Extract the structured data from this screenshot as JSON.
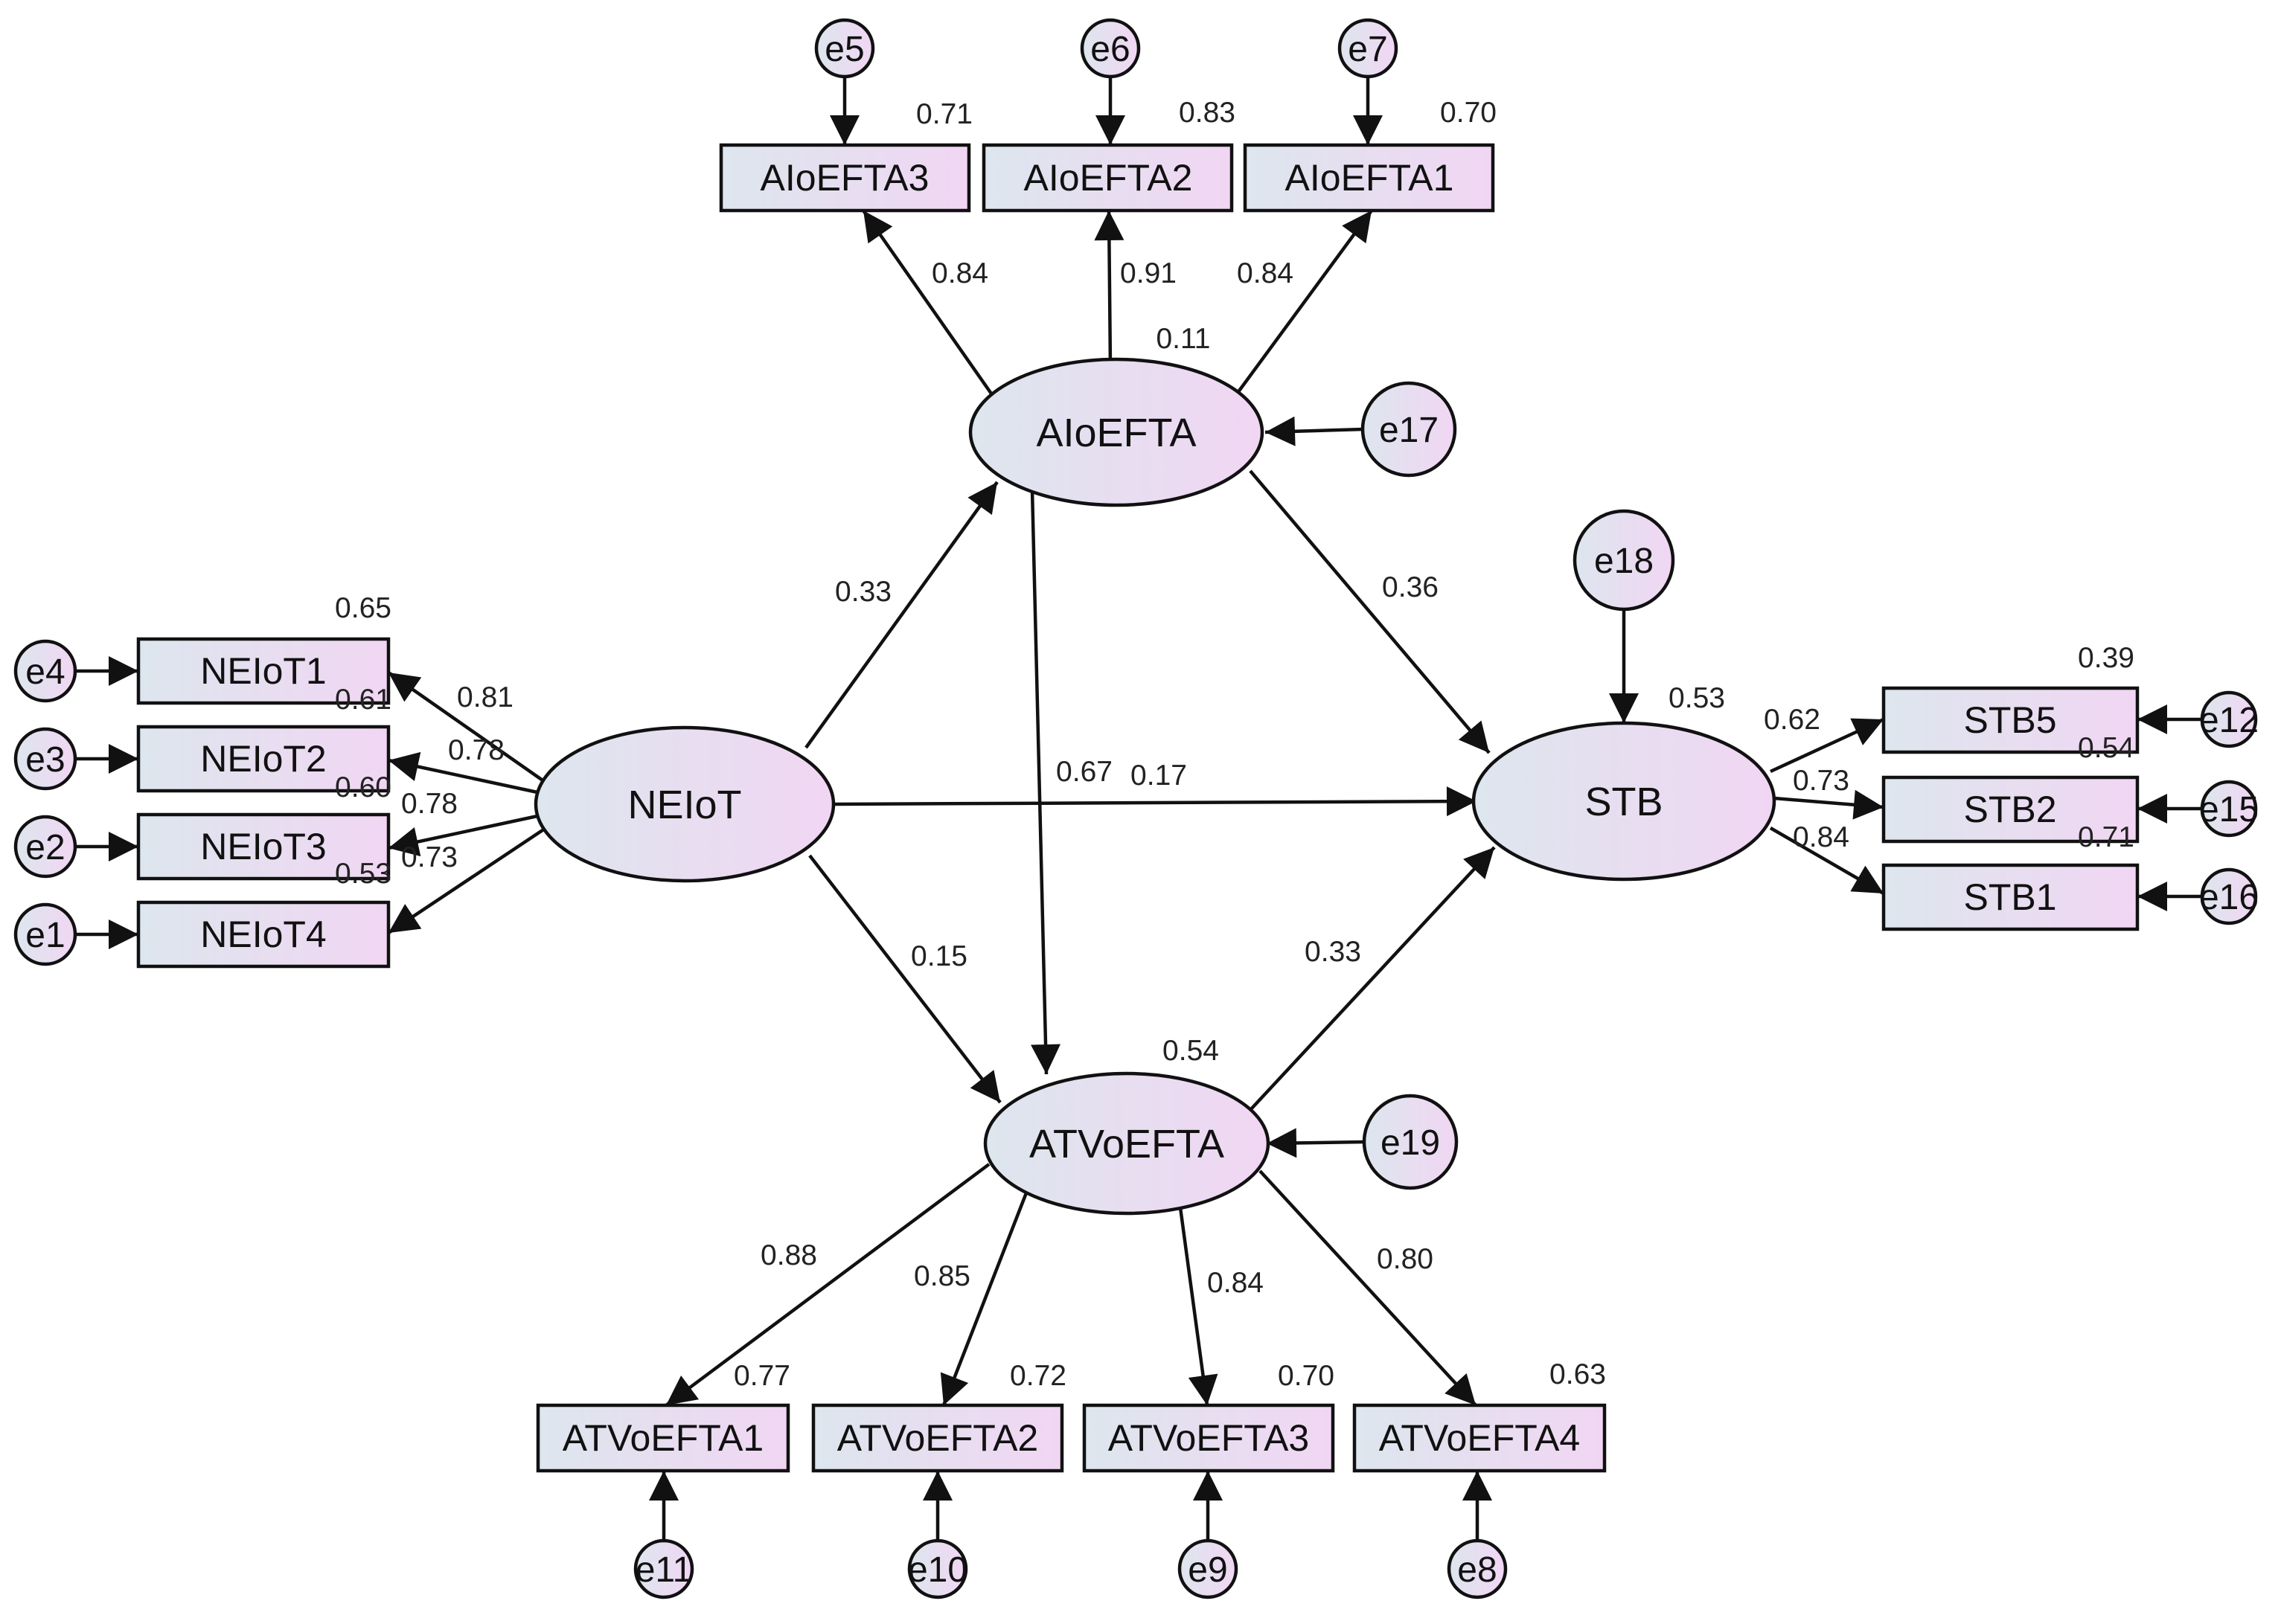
{
  "colors": {
    "fill_left": "#dde6ee",
    "fill_right": "#f1d6f3",
    "stroke": "#111111",
    "text": "#111111"
  },
  "nodes": {
    "latent": {
      "NEIoT": "NEIoT",
      "AIoEFTA": "AIoEFTA",
      "ATVoEFTA": "ATVoEFTA",
      "STB": "STB"
    },
    "observed": {
      "AIoEFTA3": "AIoEFTA3",
      "AIoEFTA2": "AIoEFTA2",
      "AIoEFTA1": "AIoEFTA1",
      "NEIoT1": "NEIoT1",
      "NEIoT2": "NEIoT2",
      "NEIoT3": "NEIoT3",
      "NEIoT4": "NEIoT4",
      "STB5": "STB5",
      "STB2": "STB2",
      "STB1": "STB1",
      "ATVoEFTA1": "ATVoEFTA1",
      "ATVoEFTA2": "ATVoEFTA2",
      "ATVoEFTA3": "ATVoEFTA3",
      "ATVoEFTA4": "ATVoEFTA4"
    },
    "errors": {
      "e1": "e1",
      "e2": "e2",
      "e3": "e3",
      "e4": "e4",
      "e5": "e5",
      "e6": "e6",
      "e7": "e7",
      "e8": "e8",
      "e9": "e9",
      "e10": "e10",
      "e11": "e11",
      "e12": "e12",
      "e15": "e15",
      "e16": "e16",
      "e17": "e17",
      "e18": "e18",
      "e19": "e19"
    }
  },
  "paths": {
    "NEIoT_AIoEFTA": "0.33",
    "NEIoT_ATVoEFTA": "0.15",
    "NEIoT_STB": "0.17",
    "AIoEFTA_STB": "0.36",
    "AIoEFTA_ATVoEFTA": "0.67",
    "ATVoEFTA_STB": "0.33"
  },
  "loadings": {
    "AIoEFTA3": "0.84",
    "AIoEFTA2": "0.91",
    "AIoEFTA1": "0.84",
    "NEIoT1": "0.81",
    "NEIoT2": "0.78",
    "NEIoT3": "0.78",
    "NEIoT4": "0.73",
    "STB5": "0.62",
    "STB2": "0.73",
    "STB1": "0.84",
    "ATVoEFTA1": "0.88",
    "ATVoEFTA2": "0.85",
    "ATVoEFTA3": "0.84",
    "ATVoEFTA4": "0.80"
  },
  "r_squared": {
    "AIoEFTA": "0.11",
    "ATVoEFTA": "0.54",
    "STB": "0.53",
    "AIoEFTA3": "0.71",
    "AIoEFTA2": "0.83",
    "AIoEFTA1": "0.70",
    "NEIoT1": "0.65",
    "NEIoT2": "0.61",
    "NEIoT3": "0.60",
    "NEIoT4": "0.53",
    "STB5": "0.39",
    "STB2": "0.54",
    "STB1": "0.71",
    "ATVoEFTA1": "0.77",
    "ATVoEFTA2": "0.72",
    "ATVoEFTA3": "0.70",
    "ATVoEFTA4": "0.63"
  }
}
